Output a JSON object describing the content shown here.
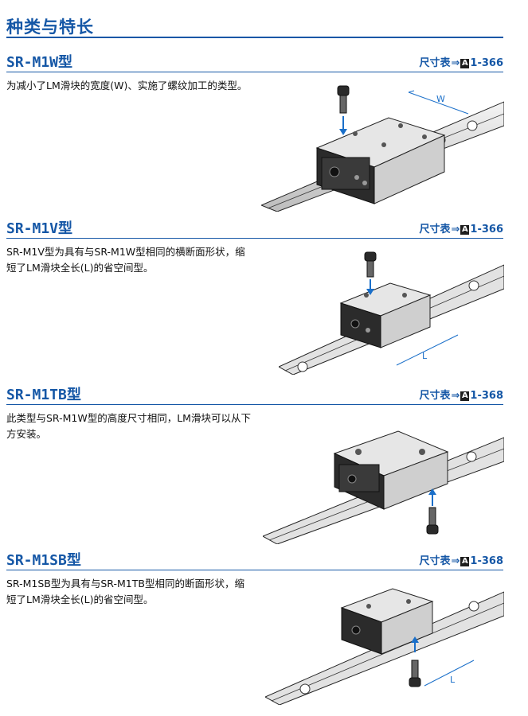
{
  "page": {
    "title": "种类与特长"
  },
  "sections": [
    {
      "model": "SR-M1W",
      "kind": "型",
      "dim_label": "尺寸表",
      "dim_page": "1-366",
      "badge": "A",
      "description": "为减小了LM滑块的宽度(W)、实施了螺纹加工的类型。",
      "dimension_symbol": "W"
    },
    {
      "model": "SR-M1V",
      "kind": "型",
      "dim_label": "尺寸表",
      "dim_page": "1-366",
      "badge": "A",
      "description": "SR-M1V型为具有与SR-M1W型相同的横断面形状，缩短了LM滑块全长(L)的省空间型。",
      "dimension_symbol": "L"
    },
    {
      "model": "SR-M1TB",
      "kind": "型",
      "dim_label": "尺寸表",
      "dim_page": "1-368",
      "badge": "A",
      "description": "此类型与SR-M1W型的高度尺寸相同，LM滑块可以从下方安装。"
    },
    {
      "model": "SR-M1SB",
      "kind": "型",
      "dim_label": "尺寸表",
      "dim_page": "1-368",
      "badge": "A",
      "description": "SR-M1SB型为具有与SR-M1TB型相同的断面形状，缩短了LM滑块全长(L)的省空间型。",
      "dimension_symbol": "L"
    }
  ],
  "colors": {
    "accent": "#1557a6",
    "badge_bg": "#1e1e1e"
  }
}
